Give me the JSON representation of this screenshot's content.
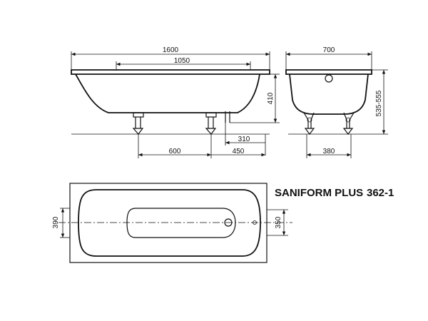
{
  "product": {
    "name": "SANIFORM PLUS",
    "model": "362-1"
  },
  "dimensions": {
    "overall_length": "1600",
    "inner_length": "1050",
    "height": "410",
    "leg_spacing": "600",
    "leg_to_end": "450",
    "drain_offset": "310",
    "overall_width": "700",
    "total_height": "535-555",
    "leg_width": "380",
    "inner_width_left": "390",
    "inner_width_right": "350"
  }
}
